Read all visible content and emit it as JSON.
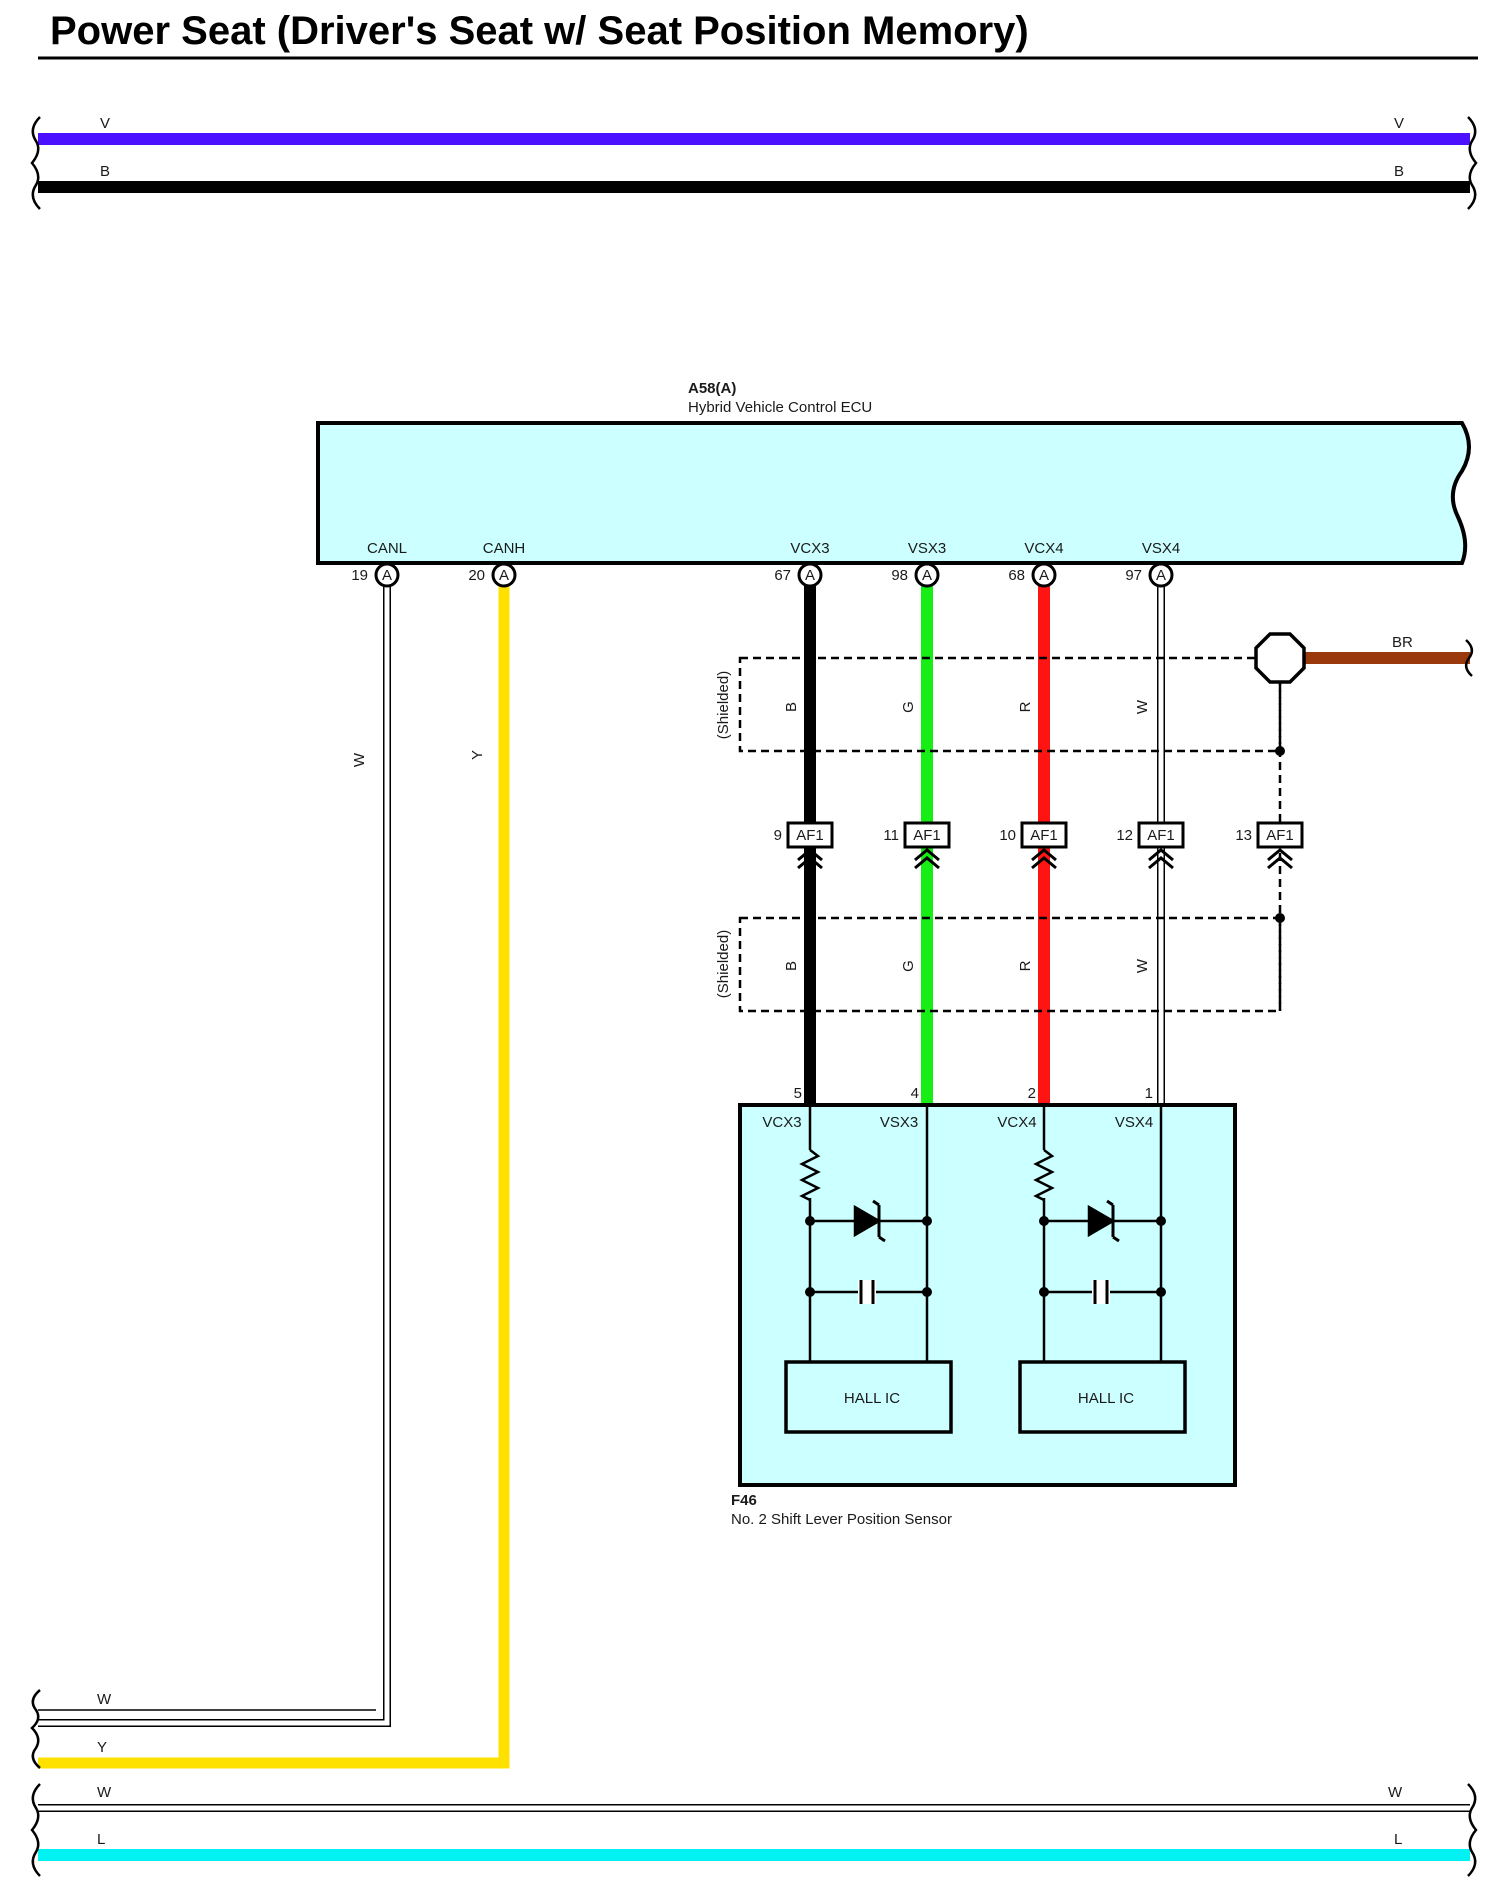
{
  "title": "Power Seat (Driver's Seat w/ Seat Position Memory)",
  "colors": {
    "V": "#4b10ff",
    "B": "#000000",
    "Y": "#ffe100",
    "W": "#ffffff",
    "L": "#00f2f2",
    "G": "#16ee16",
    "R": "#ff1414",
    "BR": "#9a3a0c",
    "ecu_fill": "#ccffff"
  },
  "buses": {
    "top": [
      {
        "code": "V",
        "left": "V",
        "right": "V"
      },
      {
        "code": "B",
        "left": "B",
        "right": "B"
      }
    ],
    "bottom": [
      {
        "code": "W",
        "left": "W",
        "right": "W"
      },
      {
        "code": "L",
        "left": "L",
        "right": "L"
      }
    ],
    "left_only": [
      {
        "code": "W",
        "label": "W"
      },
      {
        "code": "Y",
        "label": "Y"
      }
    ]
  },
  "ecu": {
    "id": "A58(A)",
    "name": "Hybrid Vehicle Control ECU",
    "terminal_letter": "A",
    "pins": [
      {
        "name": "CANL",
        "num": "19",
        "wire": "W"
      },
      {
        "name": "CANH",
        "num": "20",
        "wire": "Y"
      },
      {
        "name": "VCX3",
        "num": "67",
        "wire": "B"
      },
      {
        "name": "VSX3",
        "num": "98",
        "wire": "G"
      },
      {
        "name": "VCX4",
        "num": "68",
        "wire": "R"
      },
      {
        "name": "VSX4",
        "num": "97",
        "wire": "W"
      }
    ]
  },
  "shield": {
    "label": "(Shielded)",
    "ground_wire": "BR"
  },
  "connectors": [
    {
      "num": "9",
      "label": "AF1"
    },
    {
      "num": "11",
      "label": "AF1"
    },
    {
      "num": "10",
      "label": "AF1"
    },
    {
      "num": "12",
      "label": "AF1"
    },
    {
      "num": "13",
      "label": "AF1"
    }
  ],
  "sensor": {
    "id": "F46",
    "name": "No.  2 Shift Lever Position Sensor",
    "pins": [
      {
        "name": "VCX3",
        "num": "5"
      },
      {
        "name": "VSX3",
        "num": "4"
      },
      {
        "name": "VCX4",
        "num": "2"
      },
      {
        "name": "VSX4",
        "num": "1"
      }
    ],
    "ic_label": "HALL IC"
  }
}
